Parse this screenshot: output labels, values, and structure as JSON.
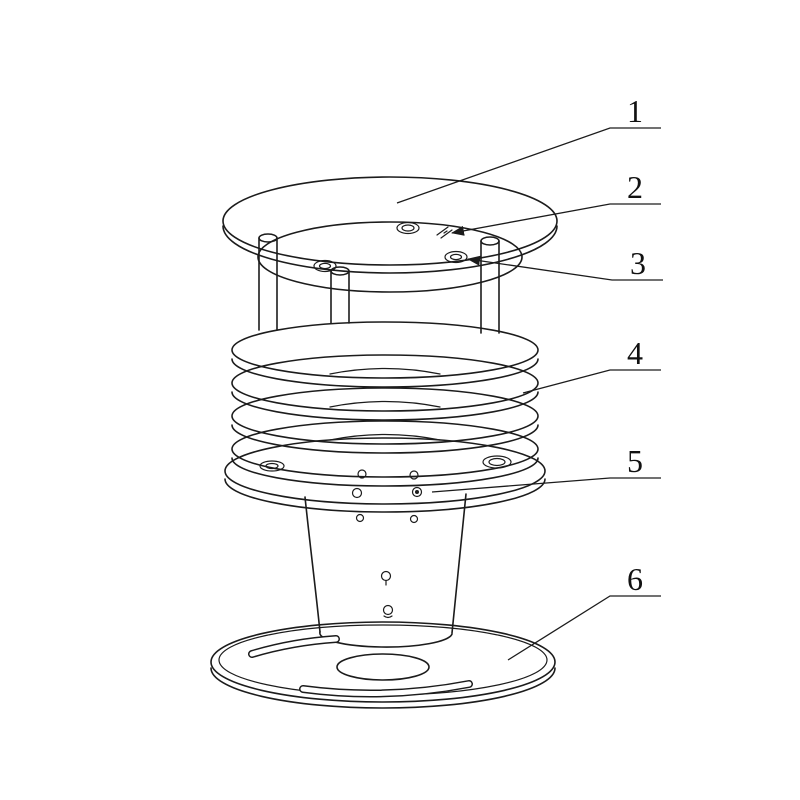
{
  "figure": {
    "background": "#ffffff",
    "line_color": "#1c1c1c",
    "type": "technical-line-drawing",
    "subject": "weather-sensor-exploded-view"
  },
  "callouts": [
    {
      "label": "1"
    },
    {
      "label": "2"
    },
    {
      "label": "3"
    },
    {
      "label": "4"
    },
    {
      "label": "5"
    },
    {
      "label": "6"
    }
  ]
}
